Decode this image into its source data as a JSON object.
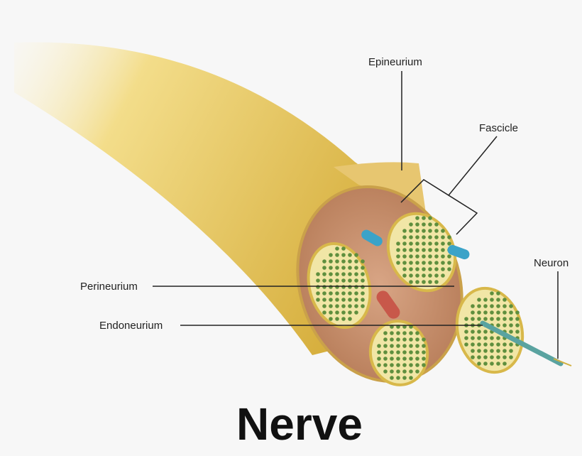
{
  "title": "Nerve",
  "labels": {
    "epineurium": "Epineurium",
    "fascicle": "Fascicle",
    "neuron": "Neuron",
    "perineurium": "Perineurium",
    "endoneurium": "Endoneurium"
  },
  "colors": {
    "nerve_body": "#e8cc6a",
    "epineurium": "#c98f6e",
    "fascicle_fill": "#f1e6a6",
    "fascicle_dot": "#5f8f3e",
    "vein": "#3ba3c8",
    "artery": "#c8584a"
  }
}
